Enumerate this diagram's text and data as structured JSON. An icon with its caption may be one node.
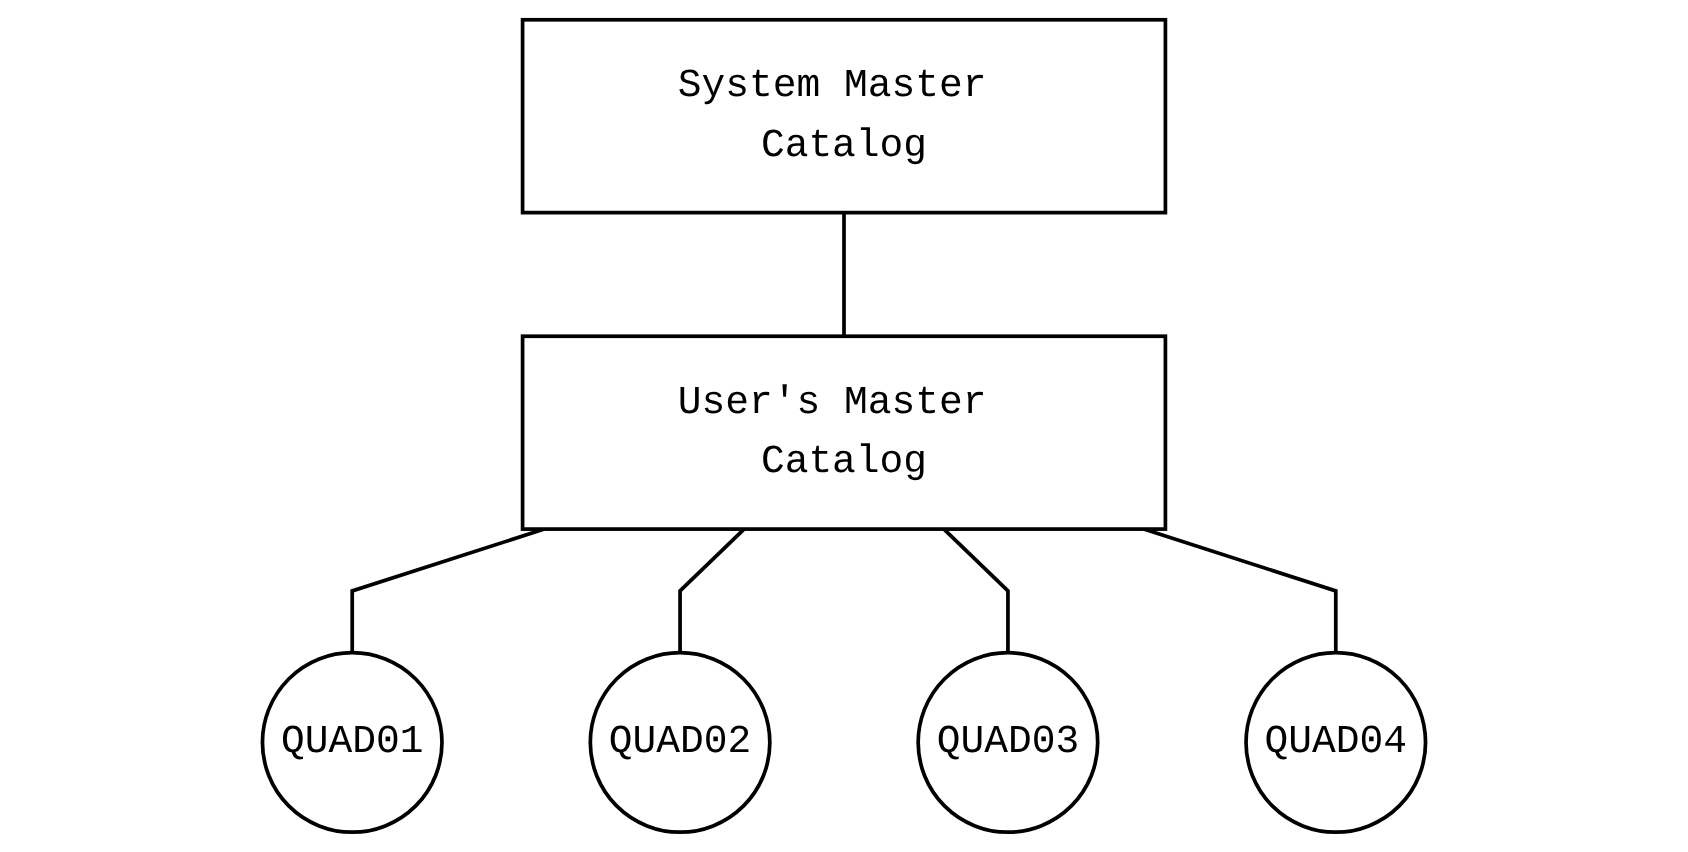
{
  "diagram": {
    "nodes": [
      {
        "text": [
          "System Master Catalog"
        ]
      },
      {
        "text": [
          "User's Master Catalog"
        ]
      },
      {
        "text": [
          "QUAD01"
        ]
      },
      {
        "text": [
          "QUAD02"
        ]
      },
      {
        "text": [
          "QUAD03"
        ]
      },
      {
        "text": [
          "QUAD04"
        ]
      }
    ],
    "edges": [
      {
        "from": 0,
        "to": 1,
        "arrow": "none"
      },
      {
        "from": 1,
        "to": 2,
        "arrow": "none"
      },
      {
        "from": 1,
        "to": 3,
        "arrow": "none"
      },
      {
        "from": 1,
        "to": 4,
        "arrow": "none"
      },
      {
        "from": 1,
        "to": 5,
        "arrow": "none"
      }
    ]
  }
}
